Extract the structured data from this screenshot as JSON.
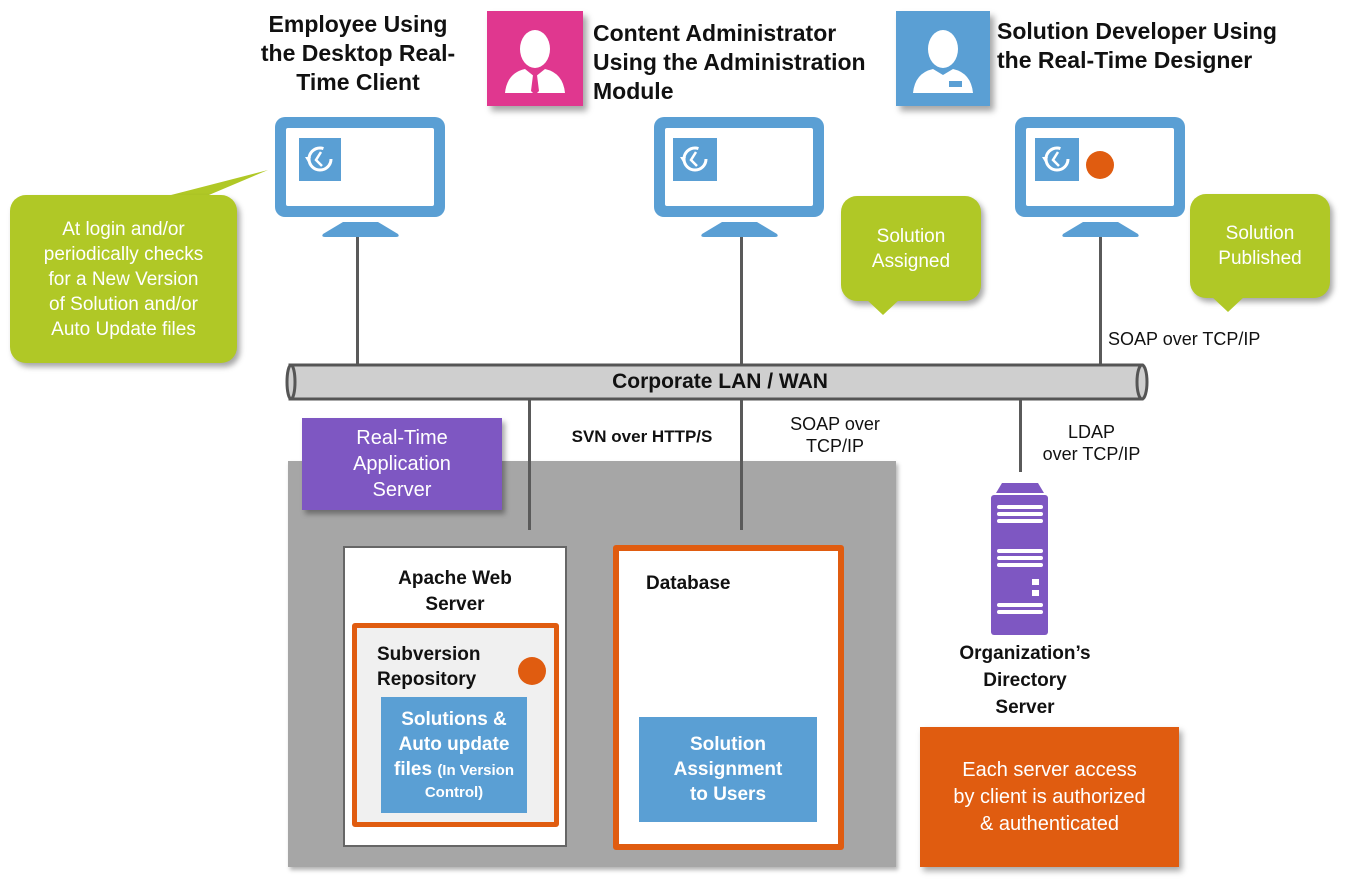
{
  "personas": [
    {
      "id": "employee",
      "title_lines": [
        "Employee Using",
        "the Desktop Real-",
        "Time Client"
      ],
      "icon": "user-icon"
    },
    {
      "id": "content-admin",
      "title_lines": [
        "Content Administrator",
        "Using the Administration",
        "Module"
      ],
      "icon": "user-with-tie-icon",
      "avatar_color": "#e0378f"
    },
    {
      "id": "solution-dev",
      "title_lines": [
        "Solution Developer Using",
        "the Real-Time Designer"
      ],
      "icon": "user-with-badge-icon",
      "avatar_color": "#5a9fd4"
    }
  ],
  "callouts": {
    "login_check": "At login and/or periodically checks for a New Version of Solution and/or Auto Update files",
    "login_check_lines": [
      "At login and/or",
      "periodically checks",
      "for a New Version",
      "of Solution and/or",
      "Auto Update files"
    ],
    "solution_assigned_lines": [
      "Solution",
      "Assigned"
    ],
    "solution_published_lines": [
      "Solution",
      "Published"
    ]
  },
  "network": {
    "bus_label": "Corporate LAN / WAN",
    "protocols": {
      "designer_soap": "SOAP over TCP/IP",
      "svn": "SVN over HTTP/S",
      "db_soap_lines": [
        "SOAP over",
        "TCP/IP"
      ],
      "ldap_lines": [
        "LDAP",
        "over TCP/IP"
      ]
    }
  },
  "app_server": {
    "label_lines": [
      "Real-Time",
      "Application",
      "Server"
    ],
    "apache": {
      "title_lines": [
        "Apache Web",
        "Server"
      ],
      "svn_repo": {
        "title_lines": [
          "Subversion",
          "Repository"
        ],
        "content_lines": [
          "Solutions &",
          "Auto update",
          "files"
        ],
        "content_suffix": "(In Version",
        "content_suffix2": "Control)"
      }
    },
    "database": {
      "title": "Database",
      "content_lines": [
        "Solution",
        "Assignment",
        "to Users"
      ]
    }
  },
  "directory_server": {
    "label_lines": [
      "Organization’s",
      "Directory",
      "Server"
    ],
    "icon": "server-tower-icon"
  },
  "security_note": {
    "lines": [
      "Each server access",
      "by client is authorized",
      "& authenticated"
    ]
  },
  "colors": {
    "monitor_blue": "#5a9fd4",
    "callout_green": "#b0c826",
    "accent_orange": "#e05c10",
    "server_purple": "#7e57c2",
    "admin_pink": "#e0378f",
    "server_gray": "#a6a6a6",
    "bus_gray": "#cfcfcf"
  }
}
